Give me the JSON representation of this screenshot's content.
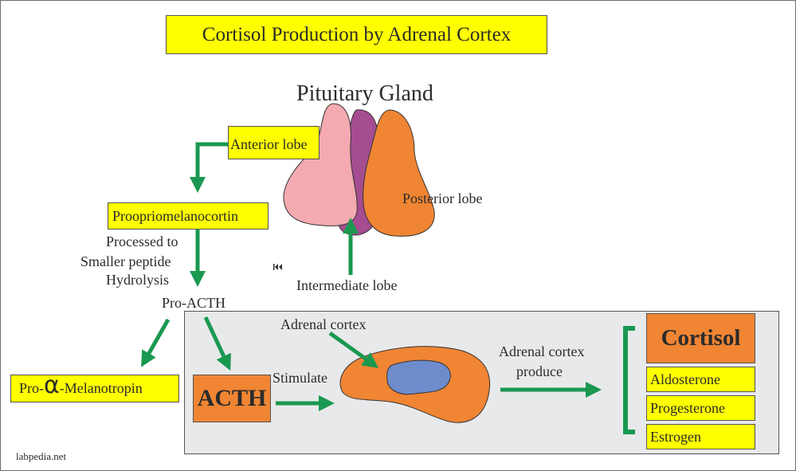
{
  "title": "Cortisol Production by Adrenal Cortex",
  "pituitary": {
    "heading": "Pituitary Gland",
    "anterior_label": "Anterior lobe",
    "posterior_label": "Posterior lobe",
    "intermediate_label": "Intermediate lobe",
    "colors": {
      "anterior": "#f4aab0",
      "intermediate": "#a64c91",
      "posterior": "#f08533"
    }
  },
  "pathway": {
    "precursor": "Proopriomelanocortin",
    "process_line1": "Processed to",
    "process_line2": "Smaller peptide",
    "process_line3": "Hydrolysis",
    "pro_acth": "Pro-ACTH",
    "melanotropin_prefix": "Pro-",
    "melanotropin_symbol": "α",
    "melanotropin_suffix": "-Melanotropin",
    "acth": "ACTH",
    "stimulate": "Stimulate"
  },
  "adrenal": {
    "cortex_label": "Adrenal cortex",
    "produce_line1": "Adrenal cortex",
    "produce_line2": "produce",
    "colors": {
      "cortex": "#f08533",
      "medulla": "#6e8ccc"
    }
  },
  "products": {
    "main": "Cortisol",
    "others": [
      "Aldosterone",
      "Progesterone",
      "Estrogen"
    ]
  },
  "watermark": "labpedia.net",
  "colors": {
    "arrow": "#1a9850",
    "highlight": "#ffff00",
    "panel": "#e8e9ea"
  }
}
